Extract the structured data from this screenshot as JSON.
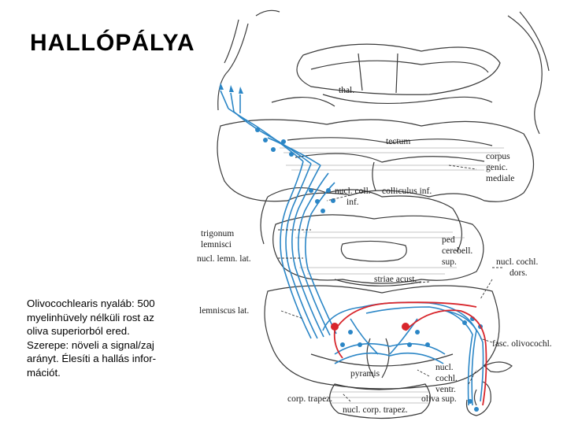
{
  "title": "HALLÓPÁLYA",
  "caption_lines": [
    "Olivocochlearis nyaláb: 500",
    "myelinhüvely nélküli rost az",
    "oliva superiorból ered.",
    "Szerepe: növeli a signal/zaj",
    "arányt. Élesíti a hallás infor-",
    "mációt."
  ],
  "labels": {
    "thal": "thal.",
    "tectum": "tectum",
    "corpus1": "corpus",
    "corpus2": "genic.",
    "corpus3": "mediale",
    "nucl_coll1": "nucl. coll.",
    "nucl_coll2": "inf.",
    "colliculus": "colliculus inf.",
    "trigonum1": "trigonum",
    "trigonum2": "lemnisci",
    "nucl_lemn": "nucl. lemn. lat.",
    "ped1": "ped",
    "ped2": "cerebell.",
    "ped3": "sup.",
    "nucl_cochl_dors1": "nucl. cochl.",
    "nucl_cochl_dors2": "dors.",
    "striae": "striae acust.",
    "lemniscus": "lemniscus lat.",
    "fasc": "fasc. olivocochl.",
    "pyramis": "pyramis",
    "nucl_cochl_ventr1": "nucl.",
    "nucl_cochl_ventr2": "cochl.",
    "nucl_cochl_ventr3": "ventr.",
    "oliva": "oliva sup.",
    "corp_trapez": "corp. trapez.",
    "nucl_corp_trapez": "nucl. corp. trapez."
  },
  "colors": {
    "pathway": "#2b86c6",
    "olivocochlear": "#d8262c",
    "outline": "#3a3a3a"
  }
}
